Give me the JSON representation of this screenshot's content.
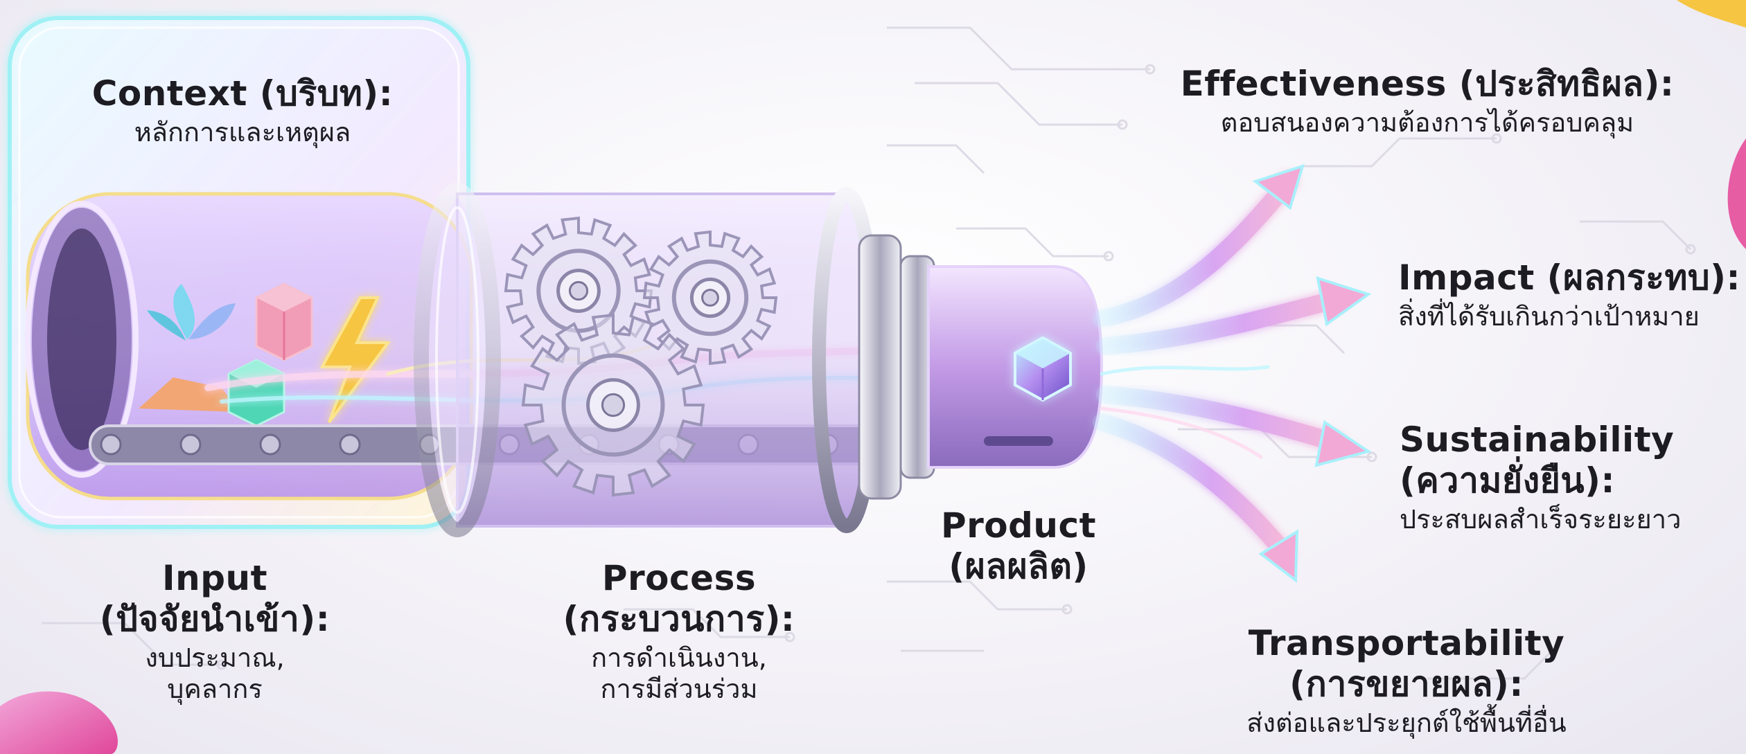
{
  "context": {
    "title": "Context (บริบท):",
    "desc": "หลักการและเหตุผล"
  },
  "input": {
    "title_line1": "Input",
    "title_line2": "(ปัจจัยนำเข้า):",
    "desc_line1": "งบประมาณ,",
    "desc_line2": "บุคลากร"
  },
  "process": {
    "title_line1": "Process",
    "title_line2": "(กระบวนการ):",
    "desc_line1": "การดำเนินงาน,",
    "desc_line2": "การมีส่วนร่วม"
  },
  "product": {
    "title_line1": "Product",
    "title_line2": "(ผลผลิต)"
  },
  "effectiveness": {
    "title": "Effectiveness (ประสิทธิผล):",
    "desc": "ตอบสนองความต้องการได้ครอบคลุม"
  },
  "impact": {
    "title": "Impact (ผลกระทบ):",
    "desc": "สิ่งที่ได้รับเกินกว่าเป้าหมาย"
  },
  "sustainability": {
    "title_line1": "Sustainability",
    "title_line2": "(ความยั่งยืน):",
    "desc": "ประสบผลสำเร็จระยะยาว"
  },
  "transportability": {
    "title_line1": "Transportability",
    "title_line2": "(การขยายผล):",
    "desc": "ส่งต่อและประยุกต์ใช้พื้นที่อื่น"
  },
  "colors": {
    "text": "#1c1c22",
    "accent_purple": "#a86be8",
    "accent_cyan": "#7fe3e8",
    "accent_pink": "#e05fb0",
    "accent_yellow": "#f2c94c"
  },
  "icons": [
    "gear-icon",
    "cube-icon",
    "leaf-icon",
    "lightning-icon",
    "hexagon-product-icon",
    "arrow-icon"
  ]
}
